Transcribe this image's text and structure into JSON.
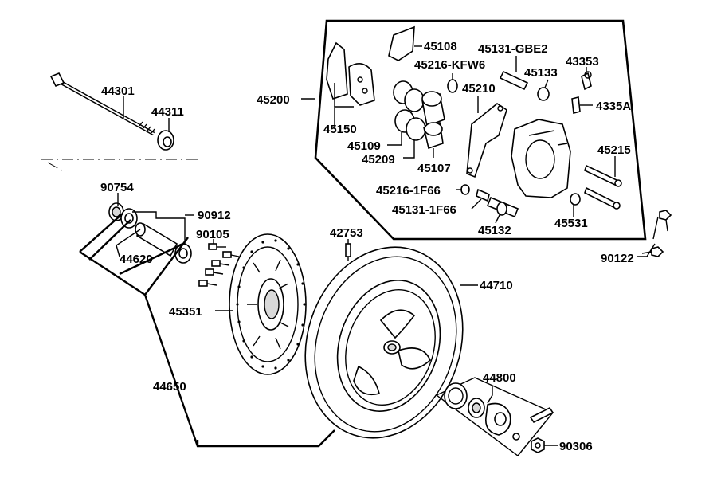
{
  "labels": {
    "p44301": "44301",
    "p44311": "44311",
    "p90754": "90754",
    "p90912": "90912",
    "p90105": "90105",
    "p44620": "44620",
    "p45351": "45351",
    "p44650": "44650",
    "p42753": "42753",
    "p44710": "44710",
    "p44800": "44800",
    "p90306": "90306",
    "p90122": "90122",
    "p45200": "45200",
    "p45150": "45150",
    "p45109": "45109",
    "p45209": "45209",
    "p45107": "45107",
    "p45108": "45108",
    "p45216kfw6": "45216-KFW6",
    "p45131gbe2": "45131-GBE2",
    "p45133": "45133",
    "p43353": "43353",
    "p4335a": "4335A",
    "p45210": "45210",
    "p45215": "45215",
    "p45216_1f66": "45216-1F66",
    "p45131_1f66": "45131-1F66",
    "p45132": "45132",
    "p45531": "45531"
  }
}
